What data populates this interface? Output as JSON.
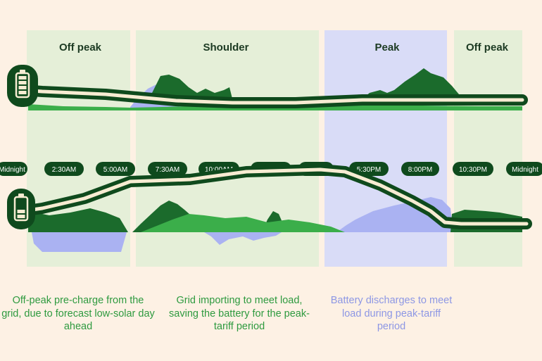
{
  "bands": [
    {
      "label": "Off peak",
      "kind": "offpeak"
    },
    {
      "label": "Shoulder",
      "kind": "shoulder"
    },
    {
      "label": "Peak",
      "kind": "peak"
    },
    {
      "label": "Off peak",
      "kind": "offpeak"
    }
  ],
  "times": [
    "Midnight",
    "2:30AM",
    "5:00AM",
    "7:30AM",
    "10:00AM",
    "12:30PM",
    "3:00PM",
    "5:30PM",
    "8:00PM",
    "10:30PM",
    "Midnight"
  ],
  "captions": [
    {
      "text": "Off-peak pre-charge from the grid, due to forecast low-solar day ahead",
      "color": "green"
    },
    {
      "text": "Grid importing to meet load, saving the battery for the peak-tariff period",
      "color": "green"
    },
    {
      "text": "Battery discharges to meet load during peak-tariff period",
      "color": "blue"
    }
  ],
  "icons": {
    "battery": "battery-icon"
  },
  "colors": {
    "background": "#fdf1e4",
    "offpeak_band": "#e5efd8",
    "shoulder_band": "#e5efd8",
    "peak_band": "#d9dcf7",
    "dark_green": "#1b6b2c",
    "mid_green": "#3bae4a",
    "light_blue": "#aab2f2",
    "track": "#0f4a1d",
    "track_fill": "#f7ecd2"
  }
}
